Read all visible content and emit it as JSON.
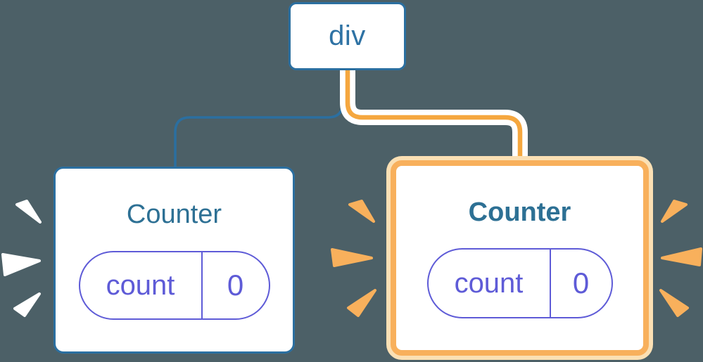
{
  "diagram": {
    "description": "React component tree: a div root element with two Counter component children; the right Counter is highlighted as receiving fresh state",
    "root_node": {
      "label": "div"
    },
    "counters": [
      {
        "title": "Counter",
        "state_key": "count",
        "state_value": "0",
        "highlighted": false
      },
      {
        "title": "Counter",
        "state_key": "count",
        "state_value": "0",
        "highlighted": true
      }
    ]
  },
  "colors": {
    "background": "#4C6067",
    "node_border_blue": "#2B6FA0",
    "node_text_blue": "#2E72A4",
    "counter_title": "#2D7094",
    "pill_purple": "#5E5BD7",
    "highlight_orange": "#F8B05C",
    "highlight_halo": "#FBE0B4",
    "wire_orange_core": "#F5A73F",
    "wire_casing": "#FFFFFF",
    "spark_left": "#FFFFFF",
    "spark_right": "#F8B05C",
    "card_background": "#FFFFFF"
  }
}
